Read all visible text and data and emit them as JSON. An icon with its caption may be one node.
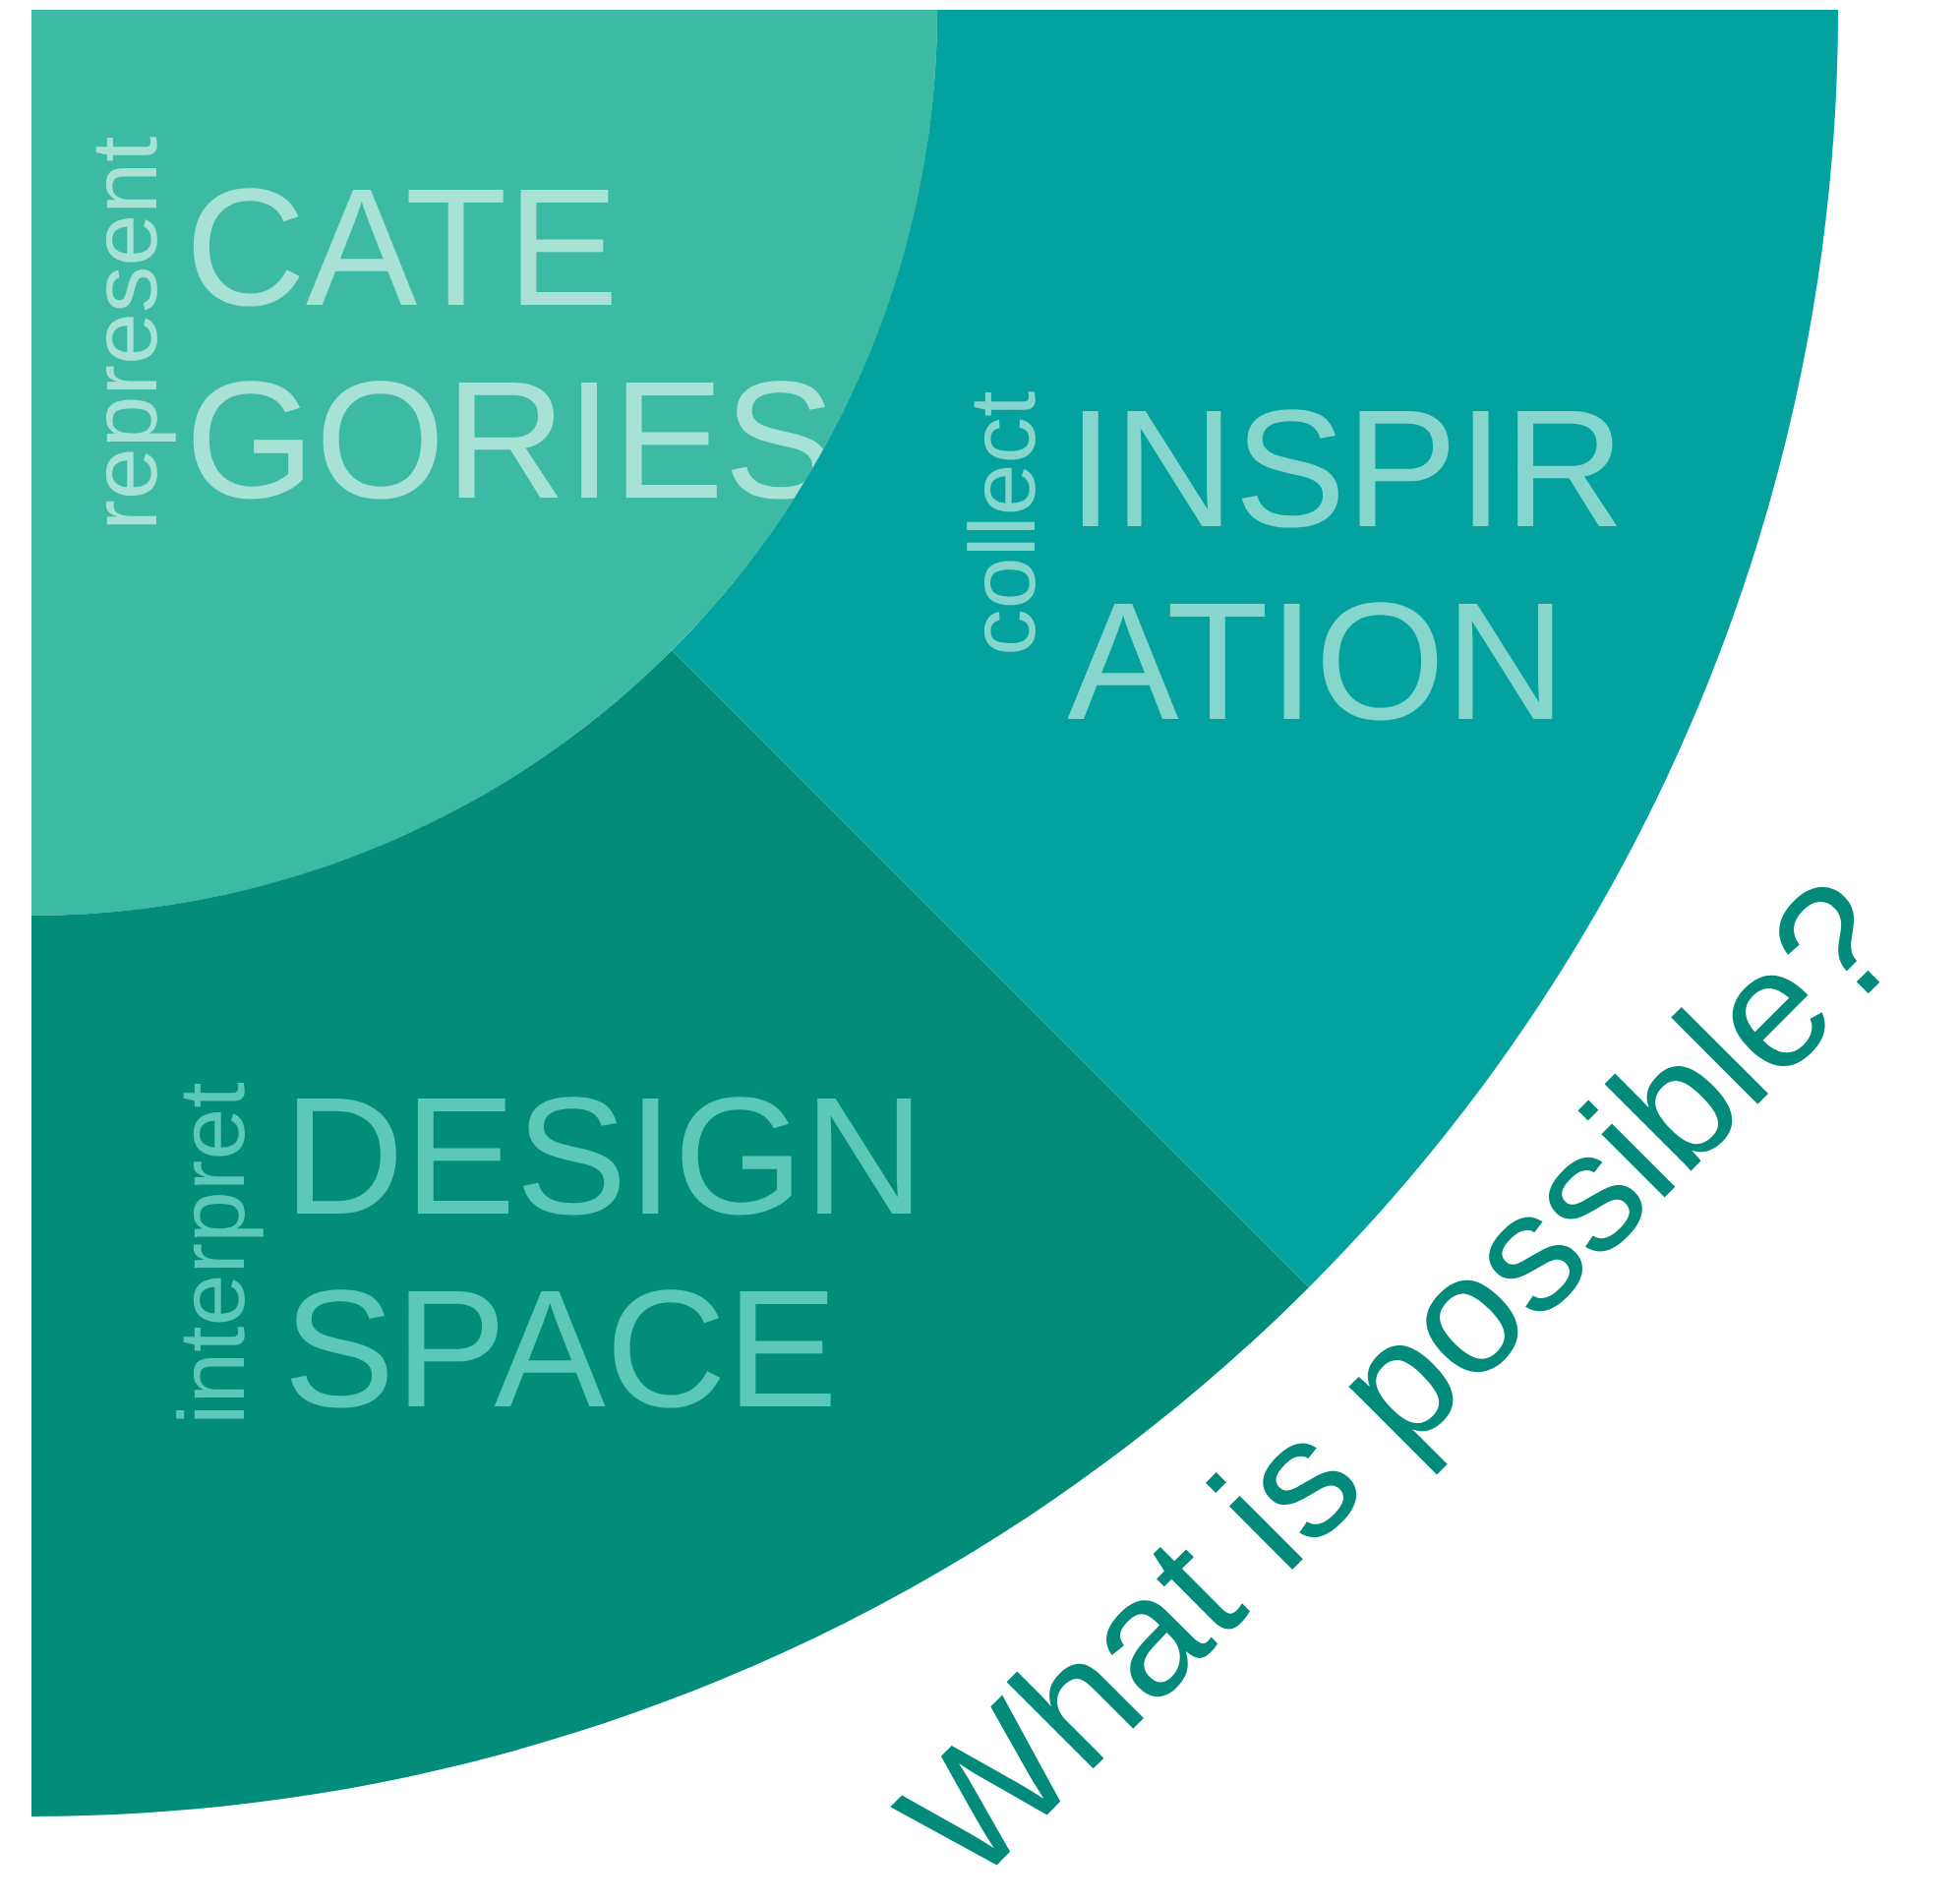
{
  "diagram": {
    "nodes": [
      {
        "text": [
          "represent",
          "CATE GORIES"
        ]
      },
      {
        "text": [
          "collect",
          "INSPIR ATION"
        ]
      },
      {
        "text": [
          "interpret",
          "DESIGN SPACE"
        ]
      }
    ],
    "labels": [
      "What is possible?"
    ]
  }
}
